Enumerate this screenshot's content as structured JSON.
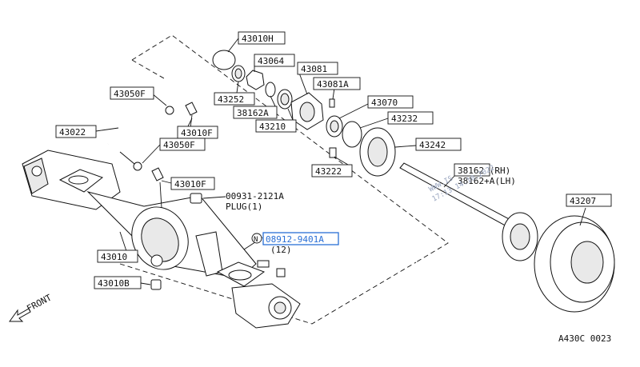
{
  "diagram_code": "A430C 0023",
  "front_label": "FRONT",
  "watermark": [
    "WWW.IS",
    "17:13 14.10.2022"
  ],
  "labels": {
    "p43010H": "43010H",
    "p43064": "43064",
    "p43081": "43081",
    "p43081A": "43081A",
    "p43252": "43252",
    "p38162A": "38162A",
    "p43210": "43210",
    "p43070": "43070",
    "p43232": "43232",
    "p43242": "43242",
    "p43222": "43222",
    "p43050F_top": "43050F",
    "p43010F_top": "43010F",
    "p43022": "43022",
    "p43050F_mid": "43050F",
    "p43010F_mid": "43010F",
    "p00931": "00931-2121A",
    "plug": "PLUG(1)",
    "n_symbol": "N",
    "p08912": "08912-9401A",
    "qty12": "(12)",
    "p43010": "43010",
    "p43010B": "43010B",
    "p38162": "38162 (RH)",
    "p38162A_lh": "38162+A(LH)",
    "p43207": "43207"
  }
}
